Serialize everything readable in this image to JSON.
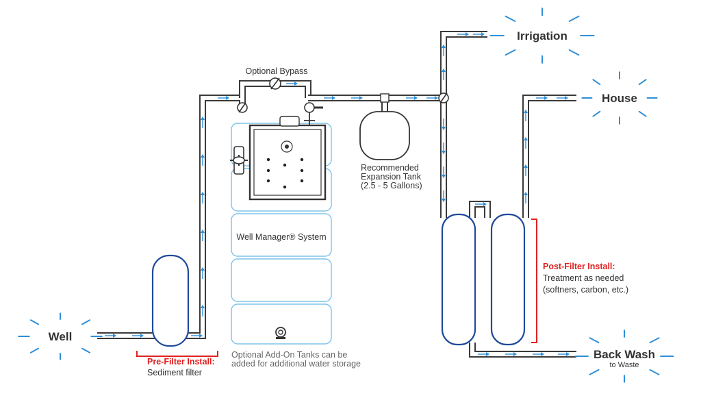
{
  "labels": {
    "well": "Well",
    "irrigation": "Irrigation",
    "house": "House",
    "backwash": "Back Wash",
    "backwash_sub": "to Waste",
    "optional_bypass": "Optional Bypass",
    "expansion_tank": [
      "Recommended",
      "Expansion Tank",
      "(2.5 - 5 Gallons)"
    ],
    "system": "Well Manager® System",
    "prefilter_title": "Pre-Filter Install:",
    "prefilter_desc": "Sediment filter",
    "postfilter_title": "Post-Filter Install:",
    "postfilter_desc": [
      "Treatment as needed",
      "(softners, carbon, etc.)"
    ],
    "addon_note": [
      "Optional Add-On Tanks can be",
      "added for additional water storage"
    ]
  },
  "colors": {
    "pipe": "#3a3a3a",
    "flow_arrow": "#2f8fd6",
    "tank_outline": "#1f4a9a",
    "addon_outline": "#7ec3ea",
    "highlight_red": "#e02020"
  },
  "icons": [
    "starburst-icon",
    "valve-icon",
    "float-icon",
    "drain-icon"
  ]
}
